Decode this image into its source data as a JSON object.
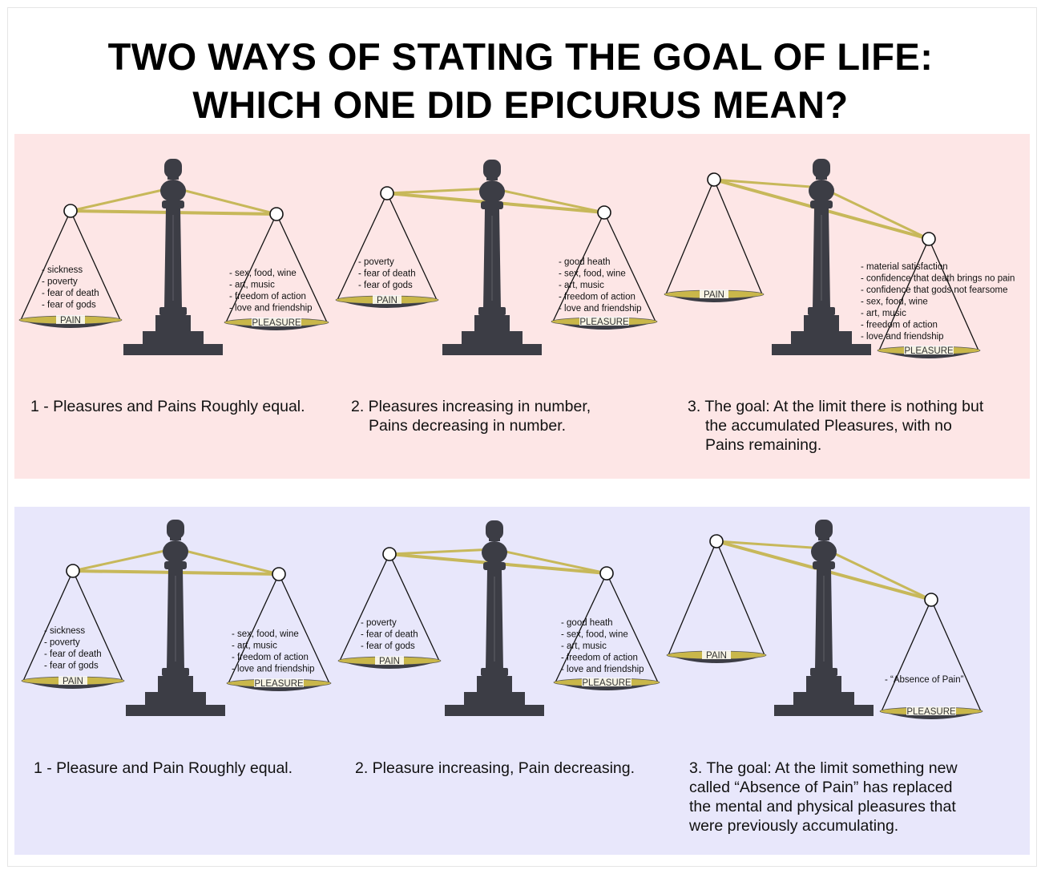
{
  "title": {
    "line1": "TWO WAYS OF STATING THE GOAL OF LIFE:",
    "line2": "WHICH ONE DID EPICURUS MEAN?"
  },
  "colors": {
    "top_panel": "#fde6e6",
    "bottom_panel": "#e8e7fb",
    "scale_body": "#3c3d45",
    "beam": "#c7b85a",
    "pan_fill": "#c9b74a"
  },
  "labels": {
    "pain": "PAIN",
    "pleasure": "PLEASURE"
  },
  "top": {
    "captions": {
      "c1": "1 - Pleasures and Pains Roughly equal.",
      "c2_line1": "2. Pleasures increasing in number,",
      "c2_line2": "Pains decreasing in number.",
      "c3_line1": "3. The goal: At the limit there is nothing but",
      "c3_line2": "the accumulated Pleasures, with no",
      "c3_line3": "Pains remaining."
    },
    "s1_pain": [
      "- sickness",
      "- poverty",
      "- fear of death",
      "- fear of gods"
    ],
    "s1_pleasure": [
      "- sex, food, wine",
      "- art, music",
      "- freedom of action",
      "- love and friendship"
    ],
    "s2_pain": [
      "- poverty",
      "- fear of death",
      "- fear of gods"
    ],
    "s2_pleasure": [
      "- good heath",
      "- sex, food, wine",
      "- art, music",
      "- freedom of action",
      "- love and friendship"
    ],
    "s3_pleasure": [
      "- material satisfaction",
      "- confidence that death brings no pain",
      "- confidence that gods not fearsome",
      "- sex, food, wine",
      "- art, music",
      "- freedom of action",
      "- love and friendship"
    ]
  },
  "bottom": {
    "captions": {
      "c1": "1 - Pleasure and Pain Roughly equal.",
      "c2": "2. Pleasure increasing, Pain decreasing.",
      "c3_line1": "3. The goal: At the limit something new",
      "c3_line2": "called “Absence of Pain” has replaced",
      "c3_line3": "the mental and physical pleasures that",
      "c3_line4": "were previously accumulating."
    },
    "s1_pain": [
      "- sickness",
      "- poverty",
      "- fear of death",
      "- fear of gods"
    ],
    "s1_pleasure": [
      "- sex, food, wine",
      "- art, music",
      "- freedom of action",
      "- love and friendship"
    ],
    "s2_pain": [
      "- poverty",
      "- fear of death",
      "- fear of gods"
    ],
    "s2_pleasure": [
      "- good heath",
      "- sex, food, wine",
      "- art, music",
      "- freedom of action",
      "- love and friendship"
    ],
    "s3_pleasure": [
      "- “Absence of Pain”"
    ]
  }
}
